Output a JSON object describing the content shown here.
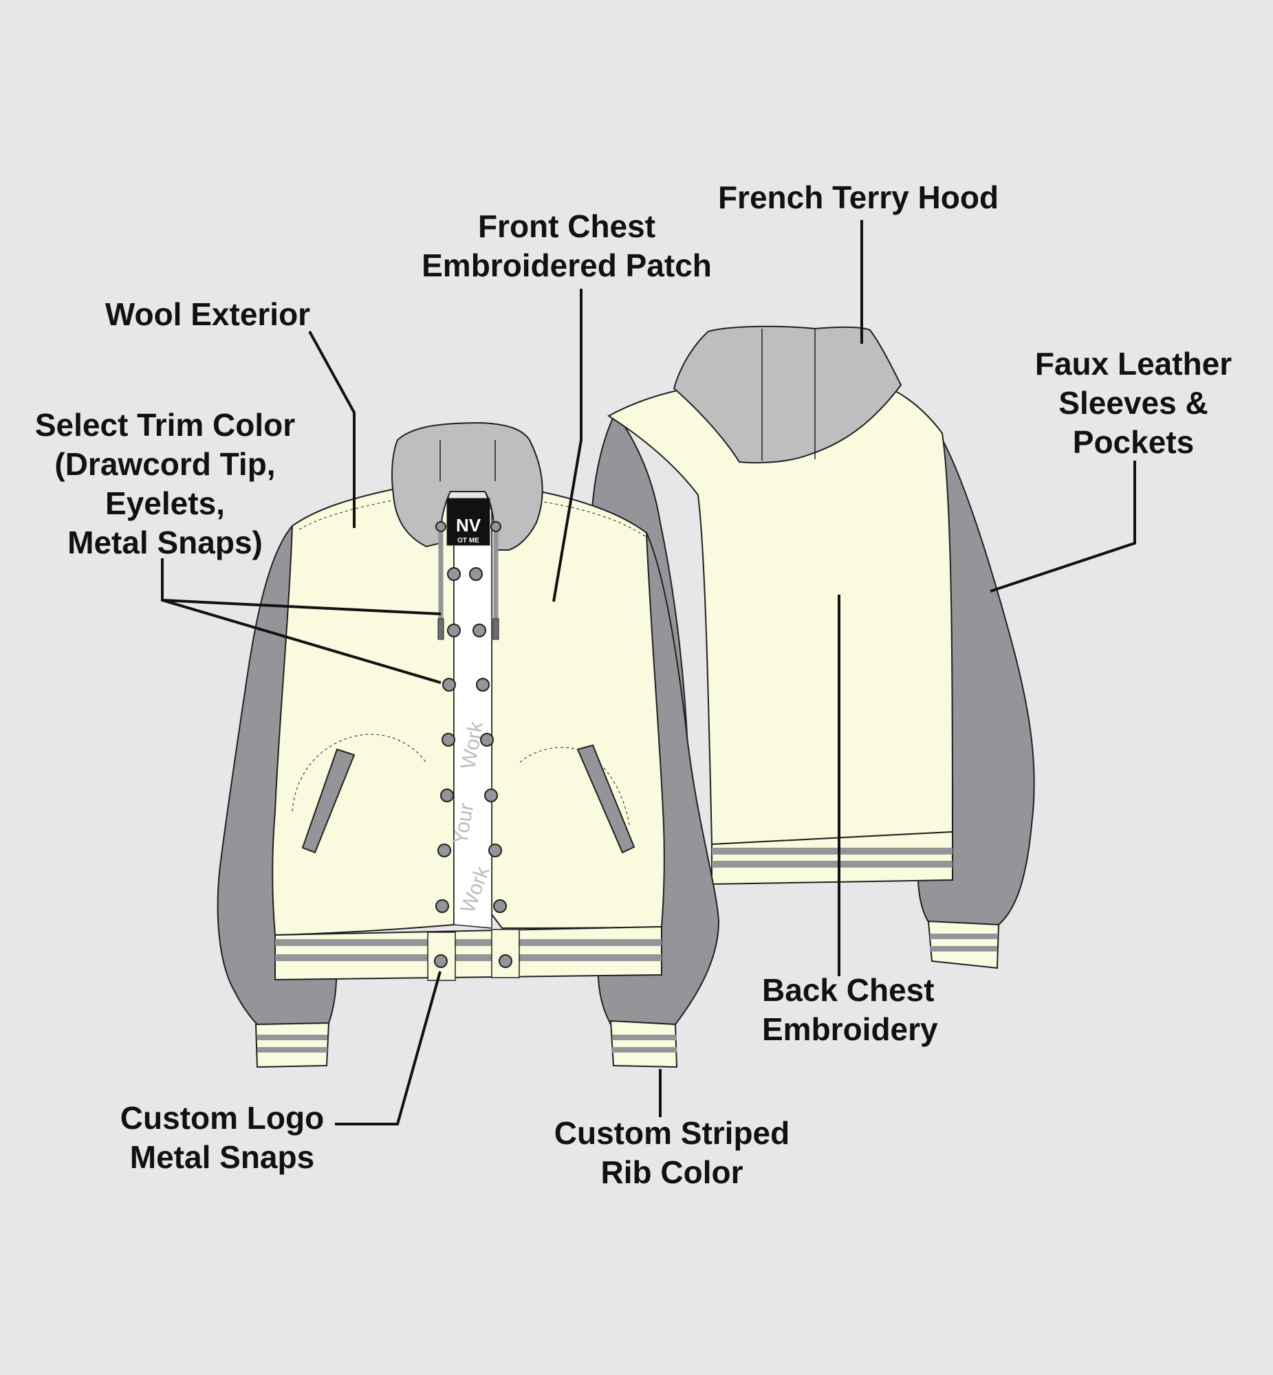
{
  "colors": {
    "background": "#E6E7E8",
    "body_fill": "#FAFADF",
    "sleeve_fill": "#939598",
    "hood_fill": "#BCBEC0",
    "outline": "#231F20",
    "leader_line": "#111111",
    "rib_stripe": "#A7A9AC"
  },
  "callouts": {
    "french_terry_hood": {
      "lines": [
        "French Terry Hood"
      ]
    },
    "front_chest_patch": {
      "lines": [
        "Front Chest",
        "Embroidered Patch"
      ]
    },
    "wool_exterior": {
      "lines": [
        "Wool Exterior"
      ]
    },
    "select_trim_color": {
      "lines": [
        "Select Trim Color",
        "(Drawcord Tip,",
        "Eyelets,",
        "Metal Snaps)"
      ]
    },
    "faux_leather": {
      "lines": [
        "Faux Leather",
        "Sleeves &",
        "Pockets"
      ]
    },
    "back_chest_embroidery": {
      "lines": [
        "Back Chest",
        "Embroidery"
      ]
    },
    "custom_logo_snaps": {
      "lines": [
        "Custom Logo",
        "Metal Snaps"
      ]
    },
    "custom_striped_rib": {
      "lines": [
        "Custom Striped",
        "Rib Color"
      ]
    }
  },
  "label_logo": {
    "text": "OT ME",
    "mark": "NV"
  },
  "watermark": {
    "words": [
      "Your",
      "Work",
      "Work"
    ]
  },
  "icons": {
    "snap": "metal-snap-icon",
    "eyelet": "eyelet-icon"
  }
}
